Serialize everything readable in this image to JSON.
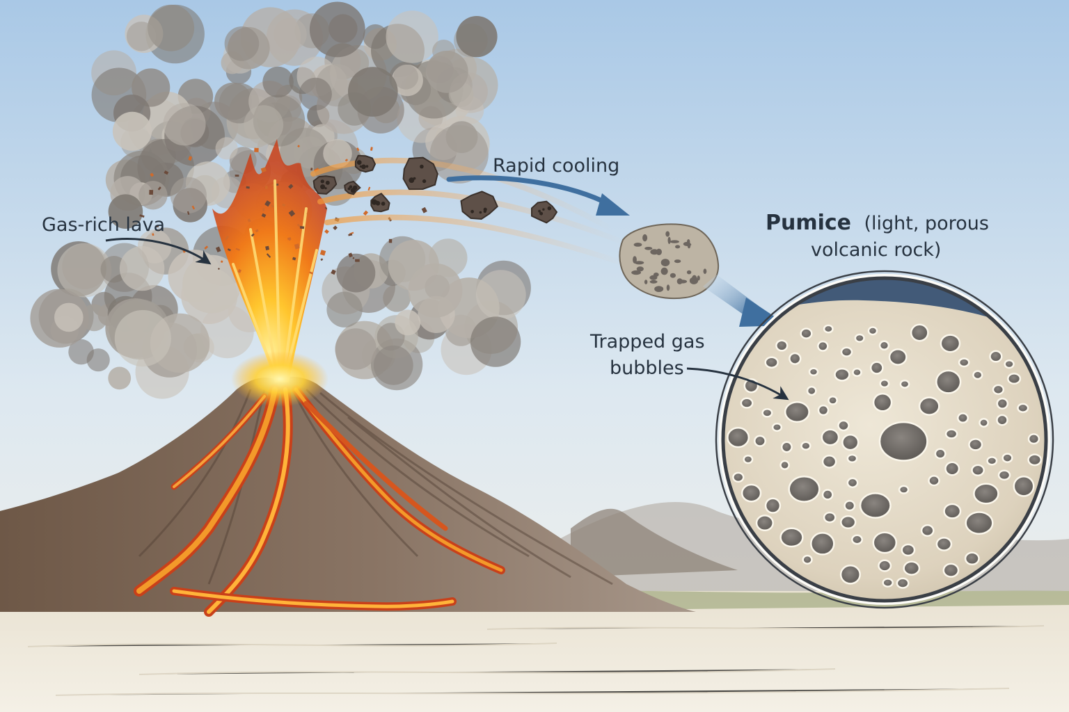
{
  "labels": {
    "gas_rich_lava": "Gas-rich lava",
    "rapid_cooling": "Rapid cooling",
    "pumice_title": "Pumice",
    "pumice_desc_line1": "(light, porous",
    "pumice_desc_line2": "volcanic rock)",
    "trapped_gas_line1": "Trapped gas",
    "trapped_gas_line2": "bubbles"
  },
  "colors": {
    "sky_top": "#a9c8e6",
    "sky_bottom": "#f3f4ef",
    "lava_bright": "#ffd23a",
    "lava_orange": "#f07a1a",
    "lava_dark": "#c8401a",
    "ash_gray": "#9d978f",
    "rock_brown": "#6b5646",
    "arrow_blue": "#3f6f9f",
    "pumice_cream": "#e6ddc9",
    "label_text": "#26323f"
  },
  "icons": {
    "arrow_lava": "curved-arrow-icon",
    "arrow_cooling": "curved-arrow-icon",
    "arrow_to_pumice": "arrow-icon",
    "arrow_bubbles": "curved-arrow-icon"
  }
}
